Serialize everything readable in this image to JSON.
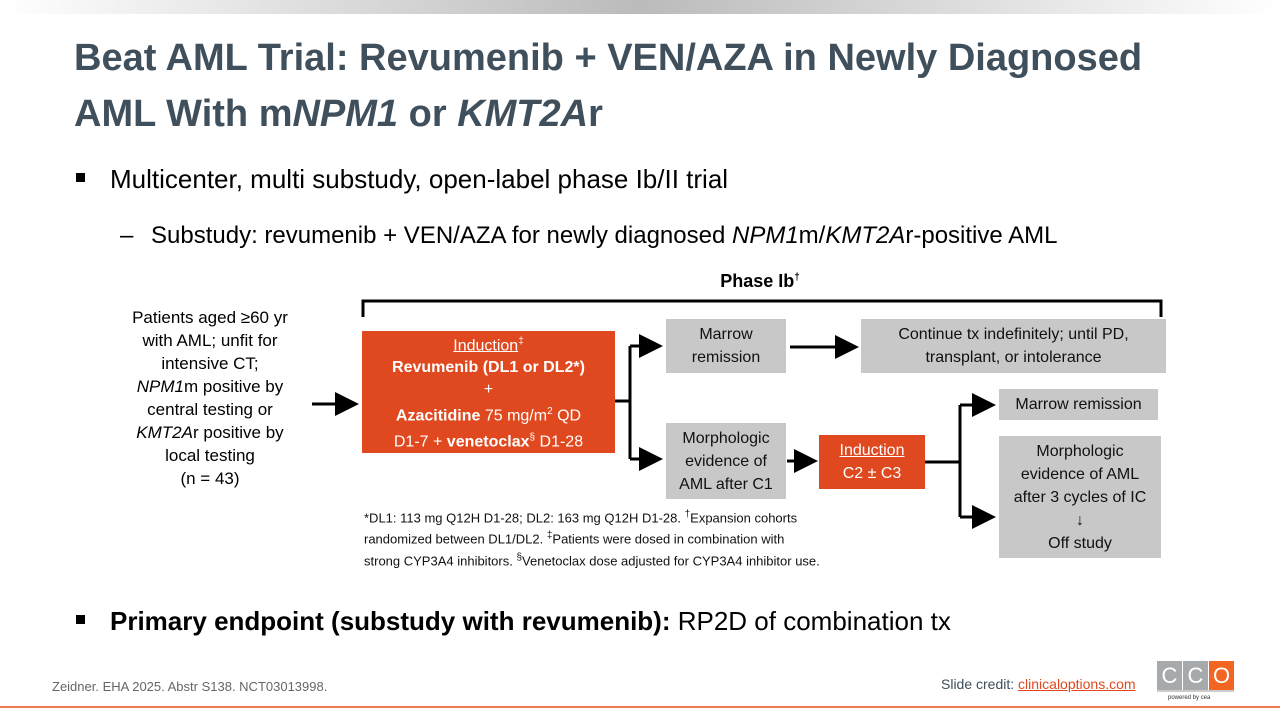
{
  "title": {
    "line1": "Beat AML Trial: Revumenib + VEN/AZA in Newly Diagnosed",
    "line2_a": "AML With m",
    "line2_b": "NPM1",
    "line2_c": " or ",
    "line2_d": "KMT2A",
    "line2_e": "r"
  },
  "bullets": {
    "b1": "Multicenter, multi substudy, open-label phase Ib/II trial",
    "sub_dash": "–",
    "sub_a": "Substudy: revumenib + VEN/AZA for newly diagnosed ",
    "sub_b": "NPM1",
    "sub_c": "m/",
    "sub_d": "KMT2A",
    "sub_e": "r-positive AML",
    "b2_bold": "Primary endpoint (substudy with revumenib):",
    "b2_rest": " RP2D of combination tx"
  },
  "diagram": {
    "phase_label": "Phase Ib",
    "phase_sup": "†",
    "patients": {
      "l1": "Patients aged ≥60 yr",
      "l2": "with AML; unfit for",
      "l3": "intensive CT;",
      "l4a": "NPM1",
      "l4b": "m positive by",
      "l5": "central testing or",
      "l6a": "KMT2A",
      "l6b": "r positive by",
      "l7": "local testing",
      "l8": "(n = 43)"
    },
    "induction": {
      "title": "Induction",
      "title_sup": "‡",
      "drug1": "Revumenib (DL1 or DL2*)",
      "plus": "+",
      "aza": "Azacitidine",
      "aza_dose": " 75 mg/m",
      "aza_sup": "2",
      "aza_tail": " QD",
      "l4a": "D1-7 + ",
      "ven": "venetoclax",
      "ven_sup": "§",
      "l4b": " D1-28"
    },
    "marrow_remission": {
      "l1": "Marrow",
      "l2": "remission"
    },
    "continue": {
      "l1": "Continue tx indefinitely; until PD,",
      "l2": "transplant, or intolerance"
    },
    "morph": {
      "l1": "Morphologic",
      "l2": "evidence of",
      "l3": "AML after C1"
    },
    "induction2": {
      "title": "Induction",
      "l2": "C2 ± C3"
    },
    "marrow_remission2": "Marrow remission",
    "morph2": {
      "l1": "Morphologic",
      "l2": "evidence of AML",
      "l3": "after 3 cycles of IC",
      "arrow": "↓",
      "l4": "Off study"
    },
    "footnote": {
      "l1a": "*DL1: 113 mg Q12H D1-28; DL2: 163 mg Q12H D1-28. ",
      "s1": "†",
      "l1b": "Expansion cohorts",
      "l2a": "randomized between DL1/DL2. ",
      "s2": "‡",
      "l2b": "Patients were dosed in combination with",
      "l3a": "strong CYP3A4 inhibitors. ",
      "s3": "§",
      "l3b": "Venetoclax dose adjusted for CYP3A4 inhibitor use."
    }
  },
  "footer": {
    "citation": "Zeidner. EHA 2025. Abstr S138. NCT03013998.",
    "credit_label": "Slide credit: ",
    "credit_link": "clinicaloptions.com",
    "logo": [
      "C",
      "C",
      "O"
    ],
    "powered": "powered by cea"
  },
  "colors": {
    "orange": "#E0491F",
    "gray": "#C8C8C8",
    "title": "#3F4F5B"
  }
}
